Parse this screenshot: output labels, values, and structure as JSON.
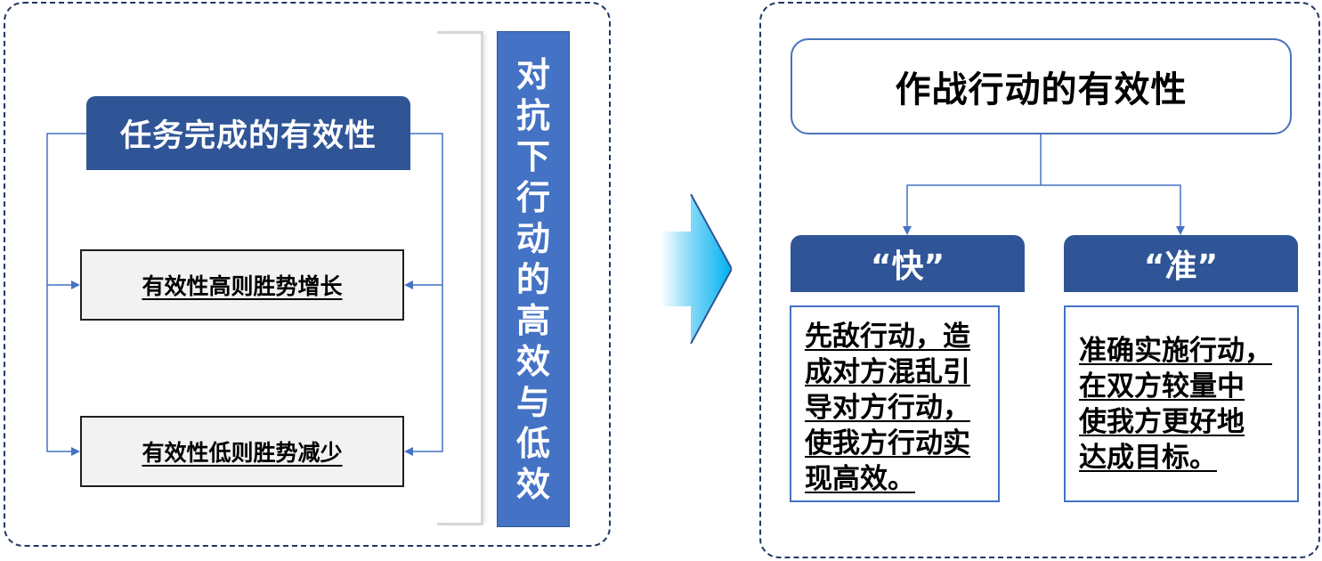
{
  "left": {
    "task_title": "任务完成的有效性",
    "high_label": "有效性高则胜势增长",
    "low_label": "有效性低则胜势减少",
    "vertical_chars": [
      "对",
      "抗",
      "下",
      "行",
      "动",
      "的",
      "高",
      "效",
      "与",
      "低",
      "效"
    ]
  },
  "right": {
    "combat_title": "作战行动的有效性",
    "fast_tag": "“快”",
    "precise_tag": "“准”",
    "fast_lines": [
      "先敌行动，造",
      "成对方混乱引",
      "导对方行动，",
      "使我方行动实",
      "现高效。"
    ],
    "precise_lines": [
      "准确实施行动，",
      "在双方较量中",
      "使我方更好地",
      "达成目标。"
    ]
  },
  "colors": {
    "dark_blue": "#2f5597",
    "mid_blue": "#4472c4",
    "arrow_cyan": "#00b0f0",
    "panel_border": "#1f3864"
  }
}
